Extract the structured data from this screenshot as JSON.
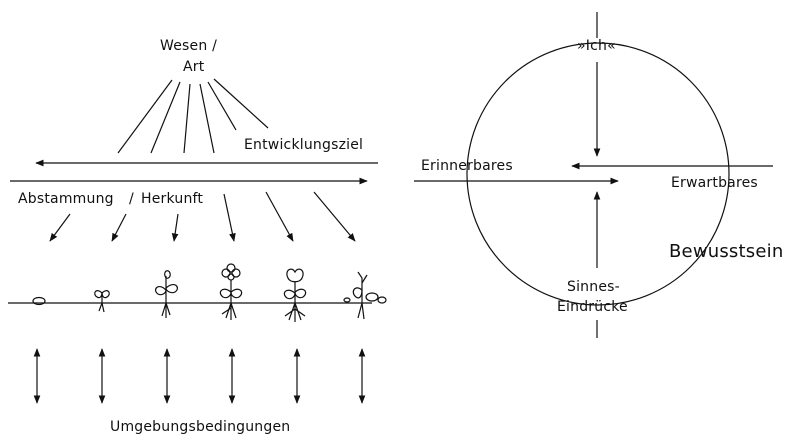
{
  "left_diagram": {
    "top_label_line1": "Wesen /",
    "top_label_line2": "Art",
    "goal_label": "Entwicklungsziel",
    "origin_label_a": "Abstammung",
    "origin_label_sep": "/",
    "origin_label_b": "Herkunft",
    "environment_label": "Umgebungsbedingungen"
  },
  "right_diagram": {
    "self_label": "»Ich«",
    "past_label": "Erinnerbares",
    "future_label": "Erwartbares",
    "senses_line1": "Sinnes-",
    "senses_line2": "Eindrücke",
    "consciousness_label": "Bewusstsein"
  },
  "colors": {
    "ink": "#111111",
    "background": "#ffffff"
  }
}
